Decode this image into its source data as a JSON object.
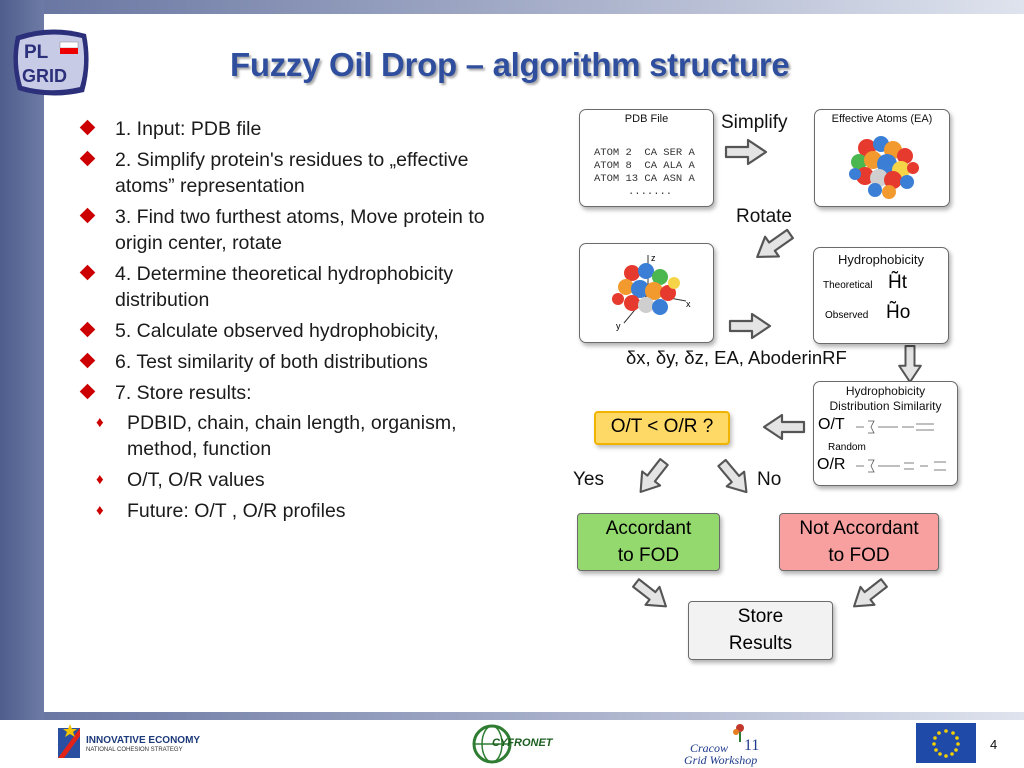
{
  "title": "Fuzzy Oil Drop – algorithm structure",
  "logo_text": [
    "PL",
    "GRID"
  ],
  "bullets": [
    "1. Input: PDB file",
    "2. Simplify protein's residues to „effective atoms” representation",
    "3. Find two furthest atoms, Move protein to origin center, rotate",
    "4. Determine theoretical hydrophobicity distribution",
    "5. Calculate observed hydrophobicity,",
    "6. Test similarity of both distributions",
    "7. Store results:"
  ],
  "sub_bullets": [
    "PDBID, chain, chain length, organism, method, function",
    "O/T, O/R values",
    "Future: O/T , O/R profiles"
  ],
  "diagram": {
    "pdb_box": {
      "caption": "PDB File",
      "lines": [
        "ATOM 2  CA SER A",
        "ATOM 8  CA ALA A",
        "ATOM 13 CA ASN A",
        "......."
      ]
    },
    "simplify_label": "Simplify",
    "ea_box": {
      "caption": "Effective Atoms (EA)"
    },
    "rotate_label": "Rotate",
    "axes": {
      "z": "z",
      "x": "x",
      "y": "y"
    },
    "hydro_box": {
      "caption": "Hydrophobicity",
      "theoretical_label": "Theoretical",
      "theoretical_symbol": "H̃t",
      "observed_label": "Observed",
      "observed_symbol": "H̃o"
    },
    "params_label": "δx, δy, δz, EA, AboderinRF",
    "similarity_box": {
      "caption_line1": "Hydrophobicity",
      "caption_line2": "Distribution Similarity",
      "ot_label": "O/T",
      "random_label": "Random",
      "or_label": "O/R"
    },
    "decision": "O/T < O/R ?",
    "yes_label": "Yes",
    "no_label": "No",
    "accordant": {
      "line1": "Accordant",
      "line2": "to FOD",
      "color": "#93d96e"
    },
    "not_accordant": {
      "line1": "Not Accordant",
      "line2": "to FOD",
      "color": "#f8a0a0"
    },
    "store": {
      "line1": "Store",
      "line2": "Results"
    }
  },
  "footer": {
    "innovative_economy": "INNOVATIVE ECONOMY",
    "cohesion": "NATIONAL COHESION STRATEGY",
    "cyfronet": "CYFRONET",
    "workshop_line1": "Cracow",
    "workshop_num": "11",
    "workshop_line2": "Grid Workshop",
    "page": "4"
  },
  "colors": {
    "title": "#2f4f9e",
    "bullet": "#cc0000",
    "decision_fill": "#ffd966"
  }
}
